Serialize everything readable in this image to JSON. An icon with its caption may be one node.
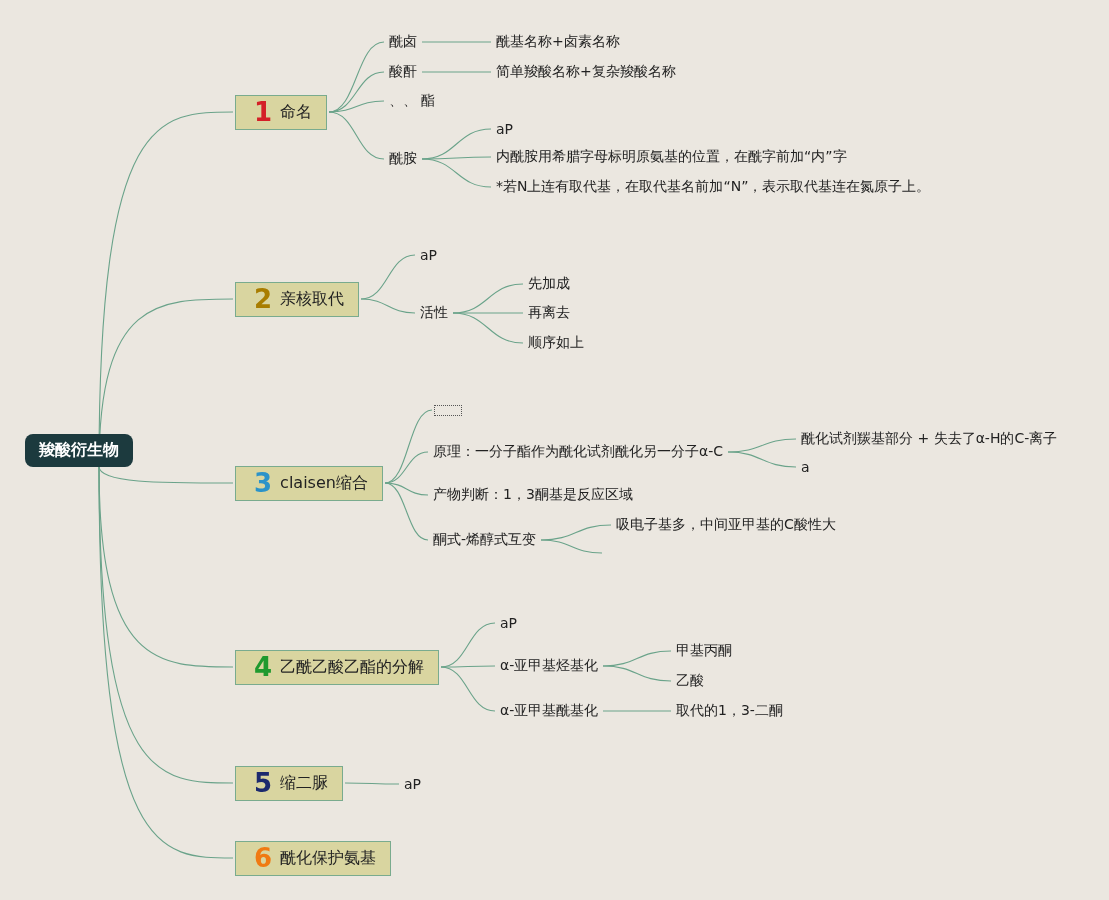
{
  "diagram": {
    "nodes": [
      {
        "text": [
          "羧酸衍生物"
        ]
      },
      {
        "text": [
          "1",
          "命名"
        ]
      },
      {
        "text": [
          "酰卤"
        ]
      },
      {
        "text": [
          "酰基名称+卤素名称"
        ]
      },
      {
        "text": [
          "酸酐"
        ]
      },
      {
        "text": [
          "简单羧酸名称+复杂羧酸名称"
        ]
      },
      {
        "text": [
          "、、 酯"
        ]
      },
      {
        "text": [
          "酰胺"
        ]
      },
      {
        "text": [
          "aP"
        ]
      },
      {
        "text": [
          "内酰胺用希腊字母标明原氨基的位置，在酰字前加“内”字"
        ]
      },
      {
        "text": [
          "*若N上连有取代基，在取代基名前加“N”，表示取代基连在氮原子上。"
        ]
      },
      {
        "text": [
          "2",
          "亲核取代"
        ]
      },
      {
        "text": [
          "aP"
        ]
      },
      {
        "text": [
          "活性"
        ]
      },
      {
        "text": [
          "先加成"
        ]
      },
      {
        "text": [
          "再离去"
        ]
      },
      {
        "text": [
          "顺序如上"
        ]
      },
      {
        "text": [
          "3",
          "claisen缩合"
        ]
      },
      {
        "text": [],
        "shape": "box"
      },
      {
        "text": [
          "原理：一分子酯作为酰化试剂酰化另一分子α-C"
        ]
      },
      {
        "text": [
          "酰化试剂羰基部分 + 失去了α-H的C-离子"
        ]
      },
      {
        "text": [
          "a"
        ]
      },
      {
        "text": [
          "产物判断：1，3酮基是反应区域"
        ]
      },
      {
        "text": [
          "酮式-烯醇式互变"
        ]
      },
      {
        "text": [
          "吸电子基多，中间亚甲基的C酸性大"
        ]
      },
      {
        "text": [
          "4",
          "乙酰乙酸乙酯的分解"
        ]
      },
      {
        "text": [
          "aP"
        ]
      },
      {
        "text": [
          "α-亚甲基烃基化"
        ]
      },
      {
        "text": [
          "甲基丙酮"
        ]
      },
      {
        "text": [
          "乙酸"
        ]
      },
      {
        "text": [
          "α-亚甲基酰基化"
        ]
      },
      {
        "text": [
          "取代的1，3-二酮"
        ]
      },
      {
        "text": [
          "5",
          "缩二脲"
        ]
      },
      {
        "text": [
          "aP"
        ]
      },
      {
        "text": [
          "6",
          "酰化保护氨基"
        ]
      }
    ],
    "edges": [
      {
        "from": 0,
        "to": 1,
        "arrow": "none"
      },
      {
        "from": 0,
        "to": 11,
        "arrow": "none"
      },
      {
        "from": 0,
        "to": 17,
        "arrow": "none"
      },
      {
        "from": 0,
        "to": 25,
        "arrow": "none"
      },
      {
        "from": 0,
        "to": 32,
        "arrow": "none"
      },
      {
        "from": 0,
        "to": 34,
        "arrow": "none"
      },
      {
        "from": 1,
        "to": 2,
        "arrow": "none"
      },
      {
        "from": 1,
        "to": 4,
        "arrow": "none"
      },
      {
        "from": 1,
        "to": 6,
        "arrow": "none"
      },
      {
        "from": 1,
        "to": 7,
        "arrow": "none"
      },
      {
        "from": 2,
        "to": 3,
        "arrow": "none"
      },
      {
        "from": 4,
        "to": 5,
        "arrow": "none"
      },
      {
        "from": 7,
        "to": 8,
        "arrow": "none"
      },
      {
        "from": 7,
        "to": 9,
        "arrow": "none"
      },
      {
        "from": 7,
        "to": 10,
        "arrow": "none"
      },
      {
        "from": 11,
        "to": 12,
        "arrow": "none"
      },
      {
        "from": 11,
        "to": 13,
        "arrow": "none"
      },
      {
        "from": 13,
        "to": 14,
        "arrow": "none"
      },
      {
        "from": 13,
        "to": 15,
        "arrow": "none"
      },
      {
        "from": 13,
        "to": 16,
        "arrow": "none"
      },
      {
        "from": 17,
        "to": 18,
        "arrow": "none"
      },
      {
        "from": 17,
        "to": 19,
        "arrow": "none"
      },
      {
        "from": 17,
        "to": 22,
        "arrow": "none"
      },
      {
        "from": 17,
        "to": 23,
        "arrow": "none"
      },
      {
        "from": 19,
        "to": 20,
        "arrow": "none"
      },
      {
        "from": 19,
        "to": 21,
        "arrow": "none"
      },
      {
        "from": 23,
        "to": 24,
        "arrow": "none"
      },
      {
        "from": 23,
        "to": null,
        "arrow": "none"
      },
      {
        "from": 25,
        "to": 26,
        "arrow": "none"
      },
      {
        "from": 25,
        "to": 27,
        "arrow": "none"
      },
      {
        "from": 25,
        "to": 30,
        "arrow": "none"
      },
      {
        "from": 27,
        "to": 28,
        "arrow": "none"
      },
      {
        "from": 27,
        "to": 29,
        "arrow": "none"
      },
      {
        "from": 30,
        "to": 31,
        "arrow": "none"
      },
      {
        "from": 32,
        "to": 33,
        "arrow": "none"
      }
    ]
  }
}
